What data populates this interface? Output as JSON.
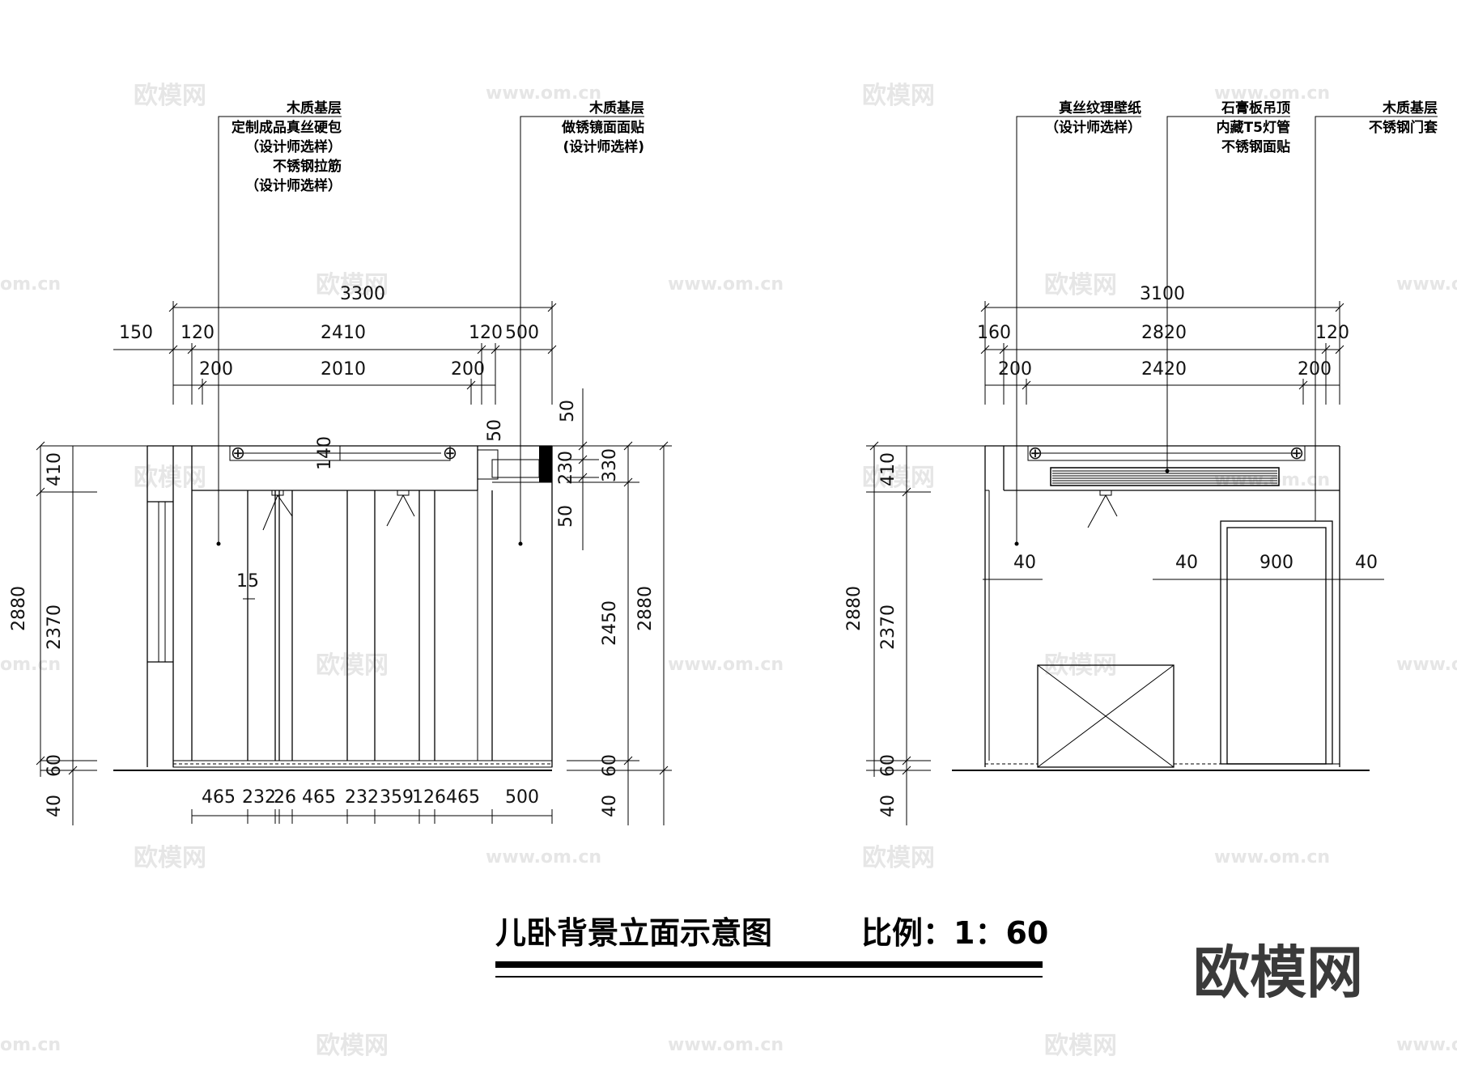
{
  "title": {
    "name": "儿卧背景立面示意图",
    "scale": "比例：1：60"
  },
  "logo": "欧模网",
  "watermarks": {
    "logo_text": "欧模网",
    "url_text": "www.om.cn",
    "url_short": "om.cn"
  },
  "left": {
    "notes": [
      {
        "lines": [
          "木质基层",
          "定制成品真丝硬包",
          "（设计师选样）",
          "不锈钢拉筋",
          "（设计师选样）"
        ]
      },
      {
        "lines": [
          "木质基层",
          "做锈镜面面贴",
          "(设计师选样)"
        ]
      }
    ],
    "top_dims": {
      "overall": "3300",
      "row2": [
        "150",
        "120",
        "2410",
        "120",
        "500"
      ],
      "row3": [
        "200",
        "2010",
        "200"
      ]
    },
    "left_dims": [
      "2880",
      "410",
      "2370",
      "60",
      "40"
    ],
    "right_dims": [
      "50",
      "50",
      "230",
      "330",
      "50",
      "2450",
      "2880",
      "60",
      "40"
    ],
    "inner_dims": [
      "140",
      "15"
    ],
    "bottom_dims": [
      "465",
      "232",
      "26",
      "465",
      "232",
      "359",
      "126",
      "465",
      "500"
    ]
  },
  "right": {
    "notes": [
      {
        "lines": [
          "真丝纹理壁纸",
          "（设计师选样）"
        ]
      },
      {
        "lines": [
          "石膏板吊顶",
          "内藏T5灯管",
          "不锈钢面贴"
        ]
      },
      {
        "lines": [
          "木质基层",
          "不锈钢门套"
        ]
      }
    ],
    "top_dims": {
      "overall": "3100",
      "row2": [
        "160",
        "2820",
        "120"
      ],
      "row3": [
        "200",
        "2420",
        "200"
      ]
    },
    "left_dims": [
      "2880",
      "410",
      "2370",
      "60",
      "40"
    ],
    "door_dims": [
      "40",
      "40",
      "900",
      "40"
    ]
  }
}
